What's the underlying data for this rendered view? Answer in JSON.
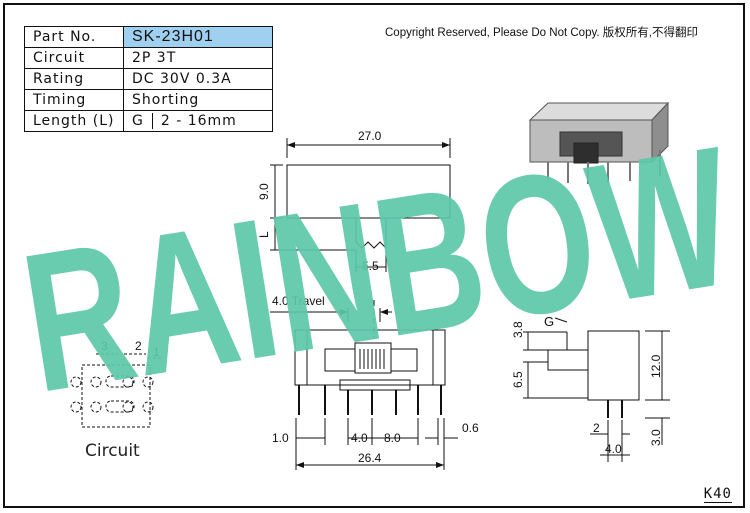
{
  "spec_table": {
    "part_no_label": "Part No.",
    "part_no_value": "SK-23H01",
    "circuit_label": "Circuit",
    "circuit_value": "2P 3T",
    "rating_label": "Rating",
    "rating_value": "DC 30V 0.3A",
    "timing_label": "Timing",
    "timing_value": "Shorting",
    "length_label": "Length (L)",
    "length_g": "G",
    "length_value": "2 - 16mm"
  },
  "copyright": "Copyright Reserved, Please Do Not Copy. 版权所有,不得翻印",
  "watermark": "RAINBOW",
  "colors": {
    "watermark": "#5cc8a8",
    "part_no_bg": "#9fd0ef",
    "line": "#111111"
  },
  "dimensions": {
    "top_width": "27.0",
    "top_height": "9.0",
    "top_l": "L",
    "top_pitch": "5.5",
    "travel": "4.0 Travel",
    "pin_left": "1.0",
    "pin_pitch1": "4.0",
    "pin_pitch2": "8.0",
    "pin_width": "0.6",
    "body_length": "26.4",
    "side_g": "G",
    "side_38": "3.8",
    "side_65": "6.5",
    "side_120": "12.0",
    "side_2": "2",
    "side_40": "4.0",
    "side_30": "3.0"
  },
  "circuit": {
    "label": "Circuit",
    "n1": "1",
    "n2": "2",
    "n3": "3"
  },
  "page_code": "K40"
}
